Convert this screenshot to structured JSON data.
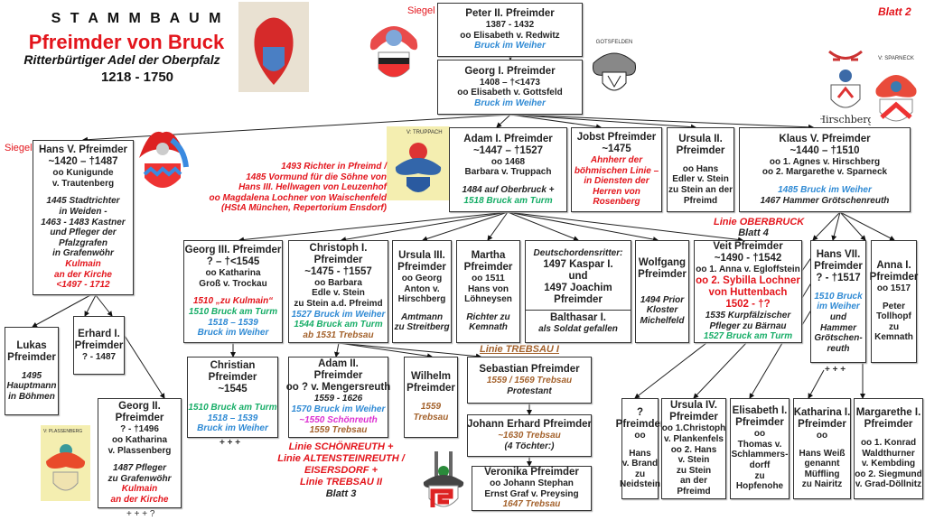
{
  "header": {
    "title": "S T A M M B A U M",
    "family": "Pfreimder von Bruck",
    "subtitle": "Ritterbürtiger Adel der Oberpfalz",
    "years": "1218 - 1750",
    "sheet": "Blatt 2"
  },
  "labels": {
    "siegel_top": "Siegel",
    "siegel_left": "Siegel",
    "crest_truppach": "V: TRUPPACH",
    "crest_gottsfeld": "GOTSFELDEN",
    "crest_hirschberg": "Hirschberg",
    "crest_sparneck": "V: SPARNECK",
    "crest_plassenberg": "V: PLASSENBERG",
    "plus_christian": "+ + +",
    "plus_hans7": "+ + +",
    "plus_georg2": "+ + + ?"
  },
  "notes": {
    "hans3": [
      "1493 Richter in Pfreimd /",
      "1485 Vormund für die Söhne von",
      "Hans III. Hellwagen von Leuzenhof",
      "oo Magdalena Lochner von Waischenfeld",
      "(HStA München, Repertorium Ensdorf)"
    ],
    "oberbruck": [
      "Linie OBERBRUCK",
      "Blatt 4"
    ],
    "trebsau1": "Linie TREBSAU I",
    "schoenreuth": [
      "Linie SCHÖNREUTH  +",
      "Linie ALTENSTEINREUTH  /",
      "EISERSDORF  +",
      "Linie TREBSAU II",
      "Blatt 3"
    ]
  },
  "colors": {
    "red": "#e3151c",
    "blue": "#2f8ad4",
    "green": "#17ad67",
    "brown": "#a4622c",
    "pink": "#dd2fd0"
  },
  "boxes": [
    {
      "id": "peter2",
      "lines": [
        [
          "n",
          "Peter II. Pfreimder"
        ],
        [
          "",
          "1387  - 1432"
        ],
        [
          "",
          "oo Elisabeth v. Redwitz"
        ],
        [
          "blue",
          "Bruck im Weiher"
        ]
      ]
    },
    {
      "id": "georg1",
      "lines": [
        [
          "n",
          "Georg I. Pfreimder"
        ],
        [
          "",
          "1408  – †<1473"
        ],
        [
          "",
          "oo Elisabeth v. Gottsfeld"
        ],
        [
          "blue",
          "Bruck im Weiher"
        ]
      ]
    },
    {
      "id": "hans5",
      "lines": [
        [
          "n",
          "Hans V. Pfreimder"
        ],
        [
          "n",
          "~1420  – †1487"
        ],
        [
          "",
          "oo Kunigunde"
        ],
        [
          "",
          "v. Trautenberg"
        ],
        [
          "gap",
          ""
        ],
        [
          "i",
          "1445 Stadtrichter"
        ],
        [
          "i",
          "in Weiden -"
        ],
        [
          "i",
          "1463 - 1483 Kastner"
        ],
        [
          "i",
          "und Pfleger der"
        ],
        [
          "i",
          "Pfalzgrafen"
        ],
        [
          "i",
          "in Grafenwöhr"
        ],
        [
          "red",
          "Kulmain"
        ],
        [
          "red",
          "an der Kirche"
        ],
        [
          "red",
          "<1497 - 1712"
        ]
      ]
    },
    {
      "id": "adam1",
      "lines": [
        [
          "n",
          "Adam I. Pfreimder"
        ],
        [
          "n",
          "~1447  – †1527"
        ],
        [
          "",
          "oo 1468"
        ],
        [
          "",
          "Barbara v. Truppach"
        ],
        [
          "gap",
          ""
        ],
        [
          "i",
          "1484 auf Oberbruck +"
        ],
        [
          "green",
          "1518 Bruck am Turm"
        ]
      ]
    },
    {
      "id": "jobst",
      "lines": [
        [
          "n",
          "Jobst  Pfreimder"
        ],
        [
          "n",
          "~1475"
        ],
        [
          "red",
          "Ahnherr der"
        ],
        [
          "red",
          "böhmischen Linie –"
        ],
        [
          "red",
          "in Diensten der"
        ],
        [
          "red",
          "Herren von"
        ],
        [
          "red",
          "Rosenberg"
        ]
      ]
    },
    {
      "id": "ursula2",
      "lines": [
        [
          "n",
          "Ursula II."
        ],
        [
          "n",
          "Pfreimder"
        ],
        [
          "gap",
          ""
        ],
        [
          "",
          "oo Hans"
        ],
        [
          "",
          "Edler v.  Stein"
        ],
        [
          "",
          "zu Stein an der"
        ],
        [
          "",
          "Pfreimd"
        ]
      ]
    },
    {
      "id": "klaus5",
      "lines": [
        [
          "n",
          "Klaus V. Pfreimder"
        ],
        [
          "n",
          "~1440 – †1510"
        ],
        [
          "",
          "oo 1. Agnes v. Hirschberg"
        ],
        [
          "",
          "oo 2. Margarethe v.  Sparneck"
        ],
        [
          "gap",
          ""
        ],
        [
          "blue",
          "1485 Bruck im Weiher"
        ],
        [
          "i",
          "1467 Hammer Grötschenreuth"
        ]
      ]
    },
    {
      "id": "georg3",
      "lines": [
        [
          "n",
          "Georg III. Pfreimder"
        ],
        [
          "n",
          "? – †<1545"
        ],
        [
          "",
          "oo Katharina"
        ],
        [
          "",
          "Groß  v. Trockau"
        ],
        [
          "gap",
          ""
        ],
        [
          "red",
          "1510 „zu Kulmain“"
        ],
        [
          "green",
          "1510 Bruck am Turm"
        ],
        [
          "blue",
          "1518 – 1539"
        ],
        [
          "blue",
          "Bruck im Weiher"
        ]
      ]
    },
    {
      "id": "christoph1",
      "lines": [
        [
          "n",
          "Christoph  I."
        ],
        [
          "n",
          "Pfreimder"
        ],
        [
          "n",
          "~1475  - †1557"
        ],
        [
          "",
          "oo Barbara"
        ],
        [
          "",
          "Edle v. Stein"
        ],
        [
          "",
          "zu Stein a.d. Pfreimd"
        ],
        [
          "blue",
          "1527 Bruck im Weiher"
        ],
        [
          "green",
          "1544 Bruck am Turm"
        ],
        [
          "brown",
          "ab 1531 Trebsau"
        ]
      ]
    },
    {
      "id": "ursula3",
      "lines": [
        [
          "n",
          "Ursula III."
        ],
        [
          "n",
          "Pfreimder"
        ],
        [
          "",
          "oo Georg"
        ],
        [
          "",
          "Anton v."
        ],
        [
          "",
          "Hirschberg"
        ],
        [
          "gap",
          ""
        ],
        [
          "i",
          "Amtmann"
        ],
        [
          "i",
          "zu Streitberg"
        ]
      ]
    },
    {
      "id": "martha",
      "lines": [
        [
          "n",
          "Martha"
        ],
        [
          "n",
          "Pfreimder"
        ],
        [
          "",
          "oo 1511"
        ],
        [
          "",
          "Hans von"
        ],
        [
          "",
          "Löhneysen"
        ],
        [
          "gap",
          ""
        ],
        [
          "i",
          "Richter zu"
        ],
        [
          "i",
          "Kemnath"
        ]
      ]
    },
    {
      "id": "deutschorden",
      "lines": [
        [
          "i",
          "Deutschordensritter:"
        ],
        [
          "n",
          "1497  Kaspar I."
        ],
        [
          "n",
          "und"
        ],
        [
          "n",
          "1497  Joachim"
        ],
        [
          "n",
          "Pfreimder"
        ],
        [
          "div",
          ""
        ],
        [
          "n",
          "Balthasar I."
        ],
        [
          "i",
          "als  Soldat gefallen"
        ]
      ]
    },
    {
      "id": "wolfgang",
      "lines": [
        [
          "n",
          "Wolfgang"
        ],
        [
          "n",
          "Pfreimder"
        ],
        [
          "gap",
          ""
        ],
        [
          "gap",
          ""
        ],
        [
          "i",
          "1494 Prior"
        ],
        [
          "i",
          "Kloster"
        ],
        [
          "i",
          "Michelfeld"
        ]
      ]
    },
    {
      "id": "veit",
      "lines": [
        [
          "n",
          "Veit Pfreimder"
        ],
        [
          "n",
          "~1490  - †1542"
        ],
        [
          "",
          "oo 1. Anna v. Egloffstein"
        ],
        [
          "redn",
          "oo 2.  Sybilla Lochner"
        ],
        [
          "redn",
          "von Huttenbach"
        ],
        [
          "redn",
          "1502  - †?"
        ],
        [
          "i",
          "1535 Kurpfälzischer"
        ],
        [
          "i",
          "Pfleger zu Bärnau"
        ],
        [
          "green",
          "1527 Bruck am Turm"
        ]
      ]
    },
    {
      "id": "hans7",
      "lines": [
        [
          "n",
          "Hans VII."
        ],
        [
          "n",
          "Pfreimder"
        ],
        [
          "n",
          "? - †1517"
        ],
        [
          "gap",
          ""
        ],
        [
          "blue",
          "1510 Bruck"
        ],
        [
          "blue",
          "im Weiher"
        ],
        [
          "i",
          "und"
        ],
        [
          "i",
          "Hammer"
        ],
        [
          "i",
          "Grötschen-"
        ],
        [
          "i",
          "reuth"
        ]
      ]
    },
    {
      "id": "anna1",
      "lines": [
        [
          "n",
          "Anna I."
        ],
        [
          "n",
          "Pfreimder"
        ],
        [
          "",
          "oo 1517"
        ],
        [
          "gap",
          ""
        ],
        [
          "",
          "Peter"
        ],
        [
          "",
          "Tollhopf"
        ],
        [
          "",
          "zu"
        ],
        [
          "",
          "Kemnath"
        ]
      ]
    },
    {
      "id": "lukas",
      "lines": [
        [
          "n",
          "Lukas"
        ],
        [
          "n",
          "Pfreimder"
        ],
        [
          "gap",
          ""
        ],
        [
          "i",
          "1495"
        ],
        [
          "i",
          "Hauptmann"
        ],
        [
          "i",
          "in Böhmen"
        ]
      ]
    },
    {
      "id": "erhard1",
      "lines": [
        [
          "n",
          "Erhard I."
        ],
        [
          "n",
          "Pfreimder"
        ],
        [
          "",
          "? - 1487"
        ]
      ]
    },
    {
      "id": "georg2",
      "lines": [
        [
          "n",
          "Georg II."
        ],
        [
          "n",
          "Pfreimder"
        ],
        [
          "",
          "? - †1496"
        ],
        [
          "",
          "oo Katharina"
        ],
        [
          "",
          "v. Plassenberg"
        ],
        [
          "gap",
          ""
        ],
        [
          "i",
          "1487 Pfleger"
        ],
        [
          "i",
          "zu Grafenwöhr"
        ],
        [
          "red",
          "Kulmain"
        ],
        [
          "red",
          "an der Kirche"
        ]
      ]
    },
    {
      "id": "christian",
      "lines": [
        [
          "n",
          "Christian"
        ],
        [
          "n",
          "Pfreimder"
        ],
        [
          "n",
          "~1545"
        ],
        [
          "gap",
          ""
        ],
        [
          "green",
          "1510 Bruck am Turm"
        ],
        [
          "blue",
          "1518 – 1539"
        ],
        [
          "blue",
          "Bruck im Weiher"
        ]
      ]
    },
    {
      "id": "adam2",
      "lines": [
        [
          "n",
          "Adam II."
        ],
        [
          "n",
          "Pfreimder"
        ],
        [
          "n",
          "oo ? v. Mengersreuth"
        ],
        [
          "i",
          "1559 - 1626"
        ],
        [
          "blue",
          "1570 Bruck im Weiher"
        ],
        [
          "pink",
          "~1550 Schönreuth"
        ],
        [
          "brown",
          "1559 Trebsau"
        ]
      ]
    },
    {
      "id": "wilhelm",
      "lines": [
        [
          "n",
          "Wilhelm"
        ],
        [
          "n",
          "Pfreimder"
        ],
        [
          "gap",
          ""
        ],
        [
          "brown",
          "1559"
        ],
        [
          "brown",
          "Trebsau"
        ]
      ]
    },
    {
      "id": "sebastian",
      "lines": [
        [
          "n",
          "Sebastian Pfreimder"
        ],
        [
          "brown",
          "1559 / 1569 Trebsau"
        ],
        [
          "i",
          "Protestant"
        ]
      ]
    },
    {
      "id": "johann",
      "lines": [
        [
          "n",
          "Johann Erhard Pfreimder"
        ],
        [
          "brown",
          "~1630 Trebsau"
        ],
        [
          "i",
          "(4 Töchter:)"
        ]
      ]
    },
    {
      "id": "veronika",
      "lines": [
        [
          "n",
          "Veronika Pfreimder"
        ],
        [
          "",
          "oo Johann  Stephan"
        ],
        [
          "",
          "Ernst Graf v. Preysing"
        ],
        [
          "brown",
          "1647 Trebsau"
        ]
      ]
    },
    {
      "id": "unknown",
      "lines": [
        [
          "n",
          "?"
        ],
        [
          "n",
          "Pfreimder"
        ],
        [
          "",
          "oo"
        ],
        [
          "gap",
          ""
        ],
        [
          "",
          "Hans"
        ],
        [
          "",
          "v. Brand"
        ],
        [
          "",
          "zu"
        ],
        [
          "",
          "Neidstein"
        ]
      ]
    },
    {
      "id": "ursula4",
      "lines": [
        [
          "n",
          "Ursula IV."
        ],
        [
          "n",
          "Pfreimder"
        ],
        [
          "",
          "oo 1.Christoph"
        ],
        [
          "",
          "v. Plankenfels"
        ],
        [
          "",
          "oo 2. Hans"
        ],
        [
          "",
          "v.  Stein"
        ],
        [
          "",
          "zu Stein"
        ],
        [
          "",
          "an der"
        ],
        [
          "",
          "Pfreimd"
        ]
      ]
    },
    {
      "id": "elisabeth1",
      "lines": [
        [
          "n",
          "Elisabeth I."
        ],
        [
          "n",
          "Pfreimder"
        ],
        [
          "",
          "oo"
        ],
        [
          "",
          "Thomas v."
        ],
        [
          "",
          "Schlammers-"
        ],
        [
          "",
          "dorff"
        ],
        [
          "",
          "zu"
        ],
        [
          "",
          "Hopfenohe"
        ]
      ]
    },
    {
      "id": "katharina1",
      "lines": [
        [
          "n",
          "Katharina I."
        ],
        [
          "n",
          "Pfreimder"
        ],
        [
          "",
          "oo"
        ],
        [
          "gap",
          ""
        ],
        [
          "",
          "Hans Weiß"
        ],
        [
          "",
          "genannt"
        ],
        [
          "",
          "Müffling"
        ],
        [
          "",
          "zu Nairitz"
        ]
      ]
    },
    {
      "id": "margarethe1",
      "lines": [
        [
          "n",
          "Margarethe I."
        ],
        [
          "n",
          "Pfreimder"
        ],
        [
          "gap",
          ""
        ],
        [
          "",
          "oo 1. Konrad"
        ],
        [
          "",
          "Waldthurner"
        ],
        [
          "",
          "v. Kembding"
        ],
        [
          "",
          "oo 2. Siegmund"
        ],
        [
          "",
          "v. Grad-Döllnitz"
        ]
      ]
    }
  ]
}
